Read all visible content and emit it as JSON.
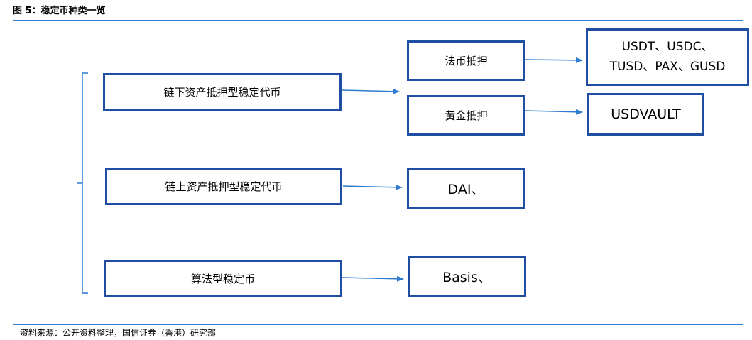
{
  "figure": {
    "title": "图 5：稳定币种类一览",
    "source": "资料来源：公开资料整理，国信证券（香港）研究部"
  },
  "categories": [
    {
      "label": "链下资产抵押型稳定代币"
    },
    {
      "label": "链上资产抵押型稳定代币"
    },
    {
      "label": "算法型稳定币"
    }
  ],
  "subtypes": [
    {
      "label": "法币抵押"
    },
    {
      "label": "黄金抵押"
    }
  ],
  "examples": {
    "fiat_line1": "USDT、USDC、",
    "fiat_line2": "TUSD、PAX、GUSD",
    "gold": "USDVAULT",
    "onchain": "DAI、",
    "algorithmic": "Basis、"
  },
  "colors": {
    "box_border": "#1f4ea3",
    "connector": "#2e7bcf"
  }
}
